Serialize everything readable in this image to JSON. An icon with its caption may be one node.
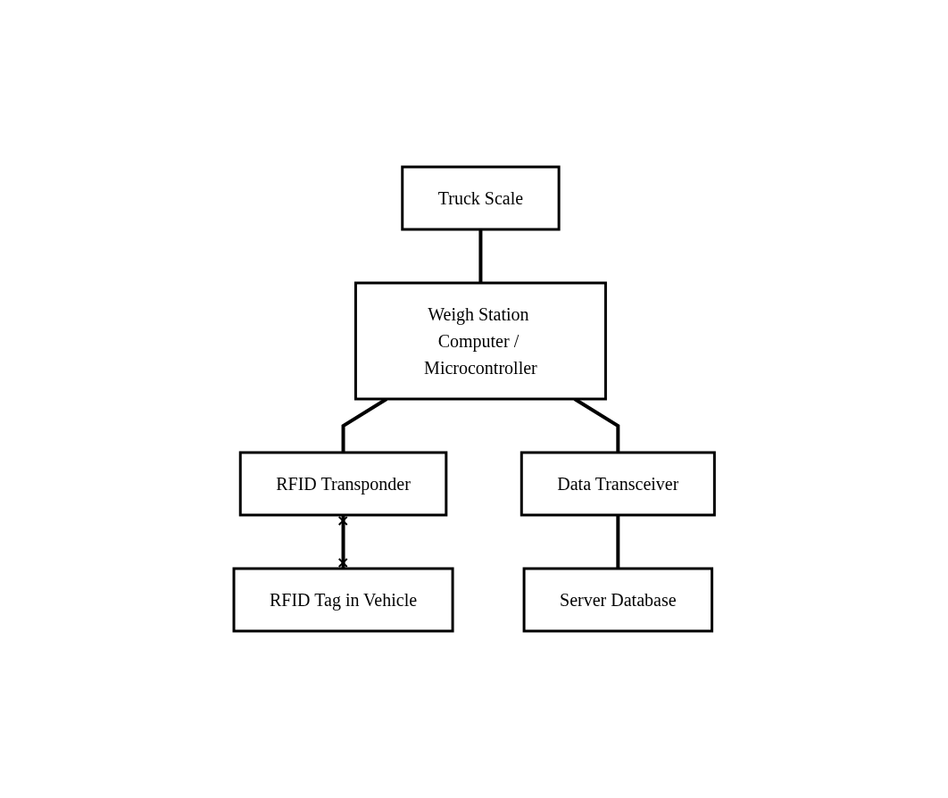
{
  "diagram": {
    "nodes": [
      {
        "text": [
          "Truck Scale"
        ]
      },
      {
        "text": [
          "Weigh Station Computer / Microcontroller"
        ]
      },
      {
        "text": [
          "RFID Transponder"
        ]
      },
      {
        "text": [
          "Data Transceiver"
        ]
      },
      {
        "text": [
          "Server Database"
        ]
      },
      {
        "text": [
          "RFID Tag in Vehicle"
        ]
      }
    ],
    "edges": [
      {
        "from": 0,
        "to": 1,
        "arrow": "none"
      },
      {
        "from": 1,
        "to": 2,
        "arrow": "none"
      },
      {
        "from": 1,
        "to": 3,
        "arrow": "none"
      },
      {
        "from": 3,
        "to": 4,
        "arrow": "none"
      },
      {
        "from": 2,
        "to": 5,
        "arrow": "other"
      }
    ]
  }
}
